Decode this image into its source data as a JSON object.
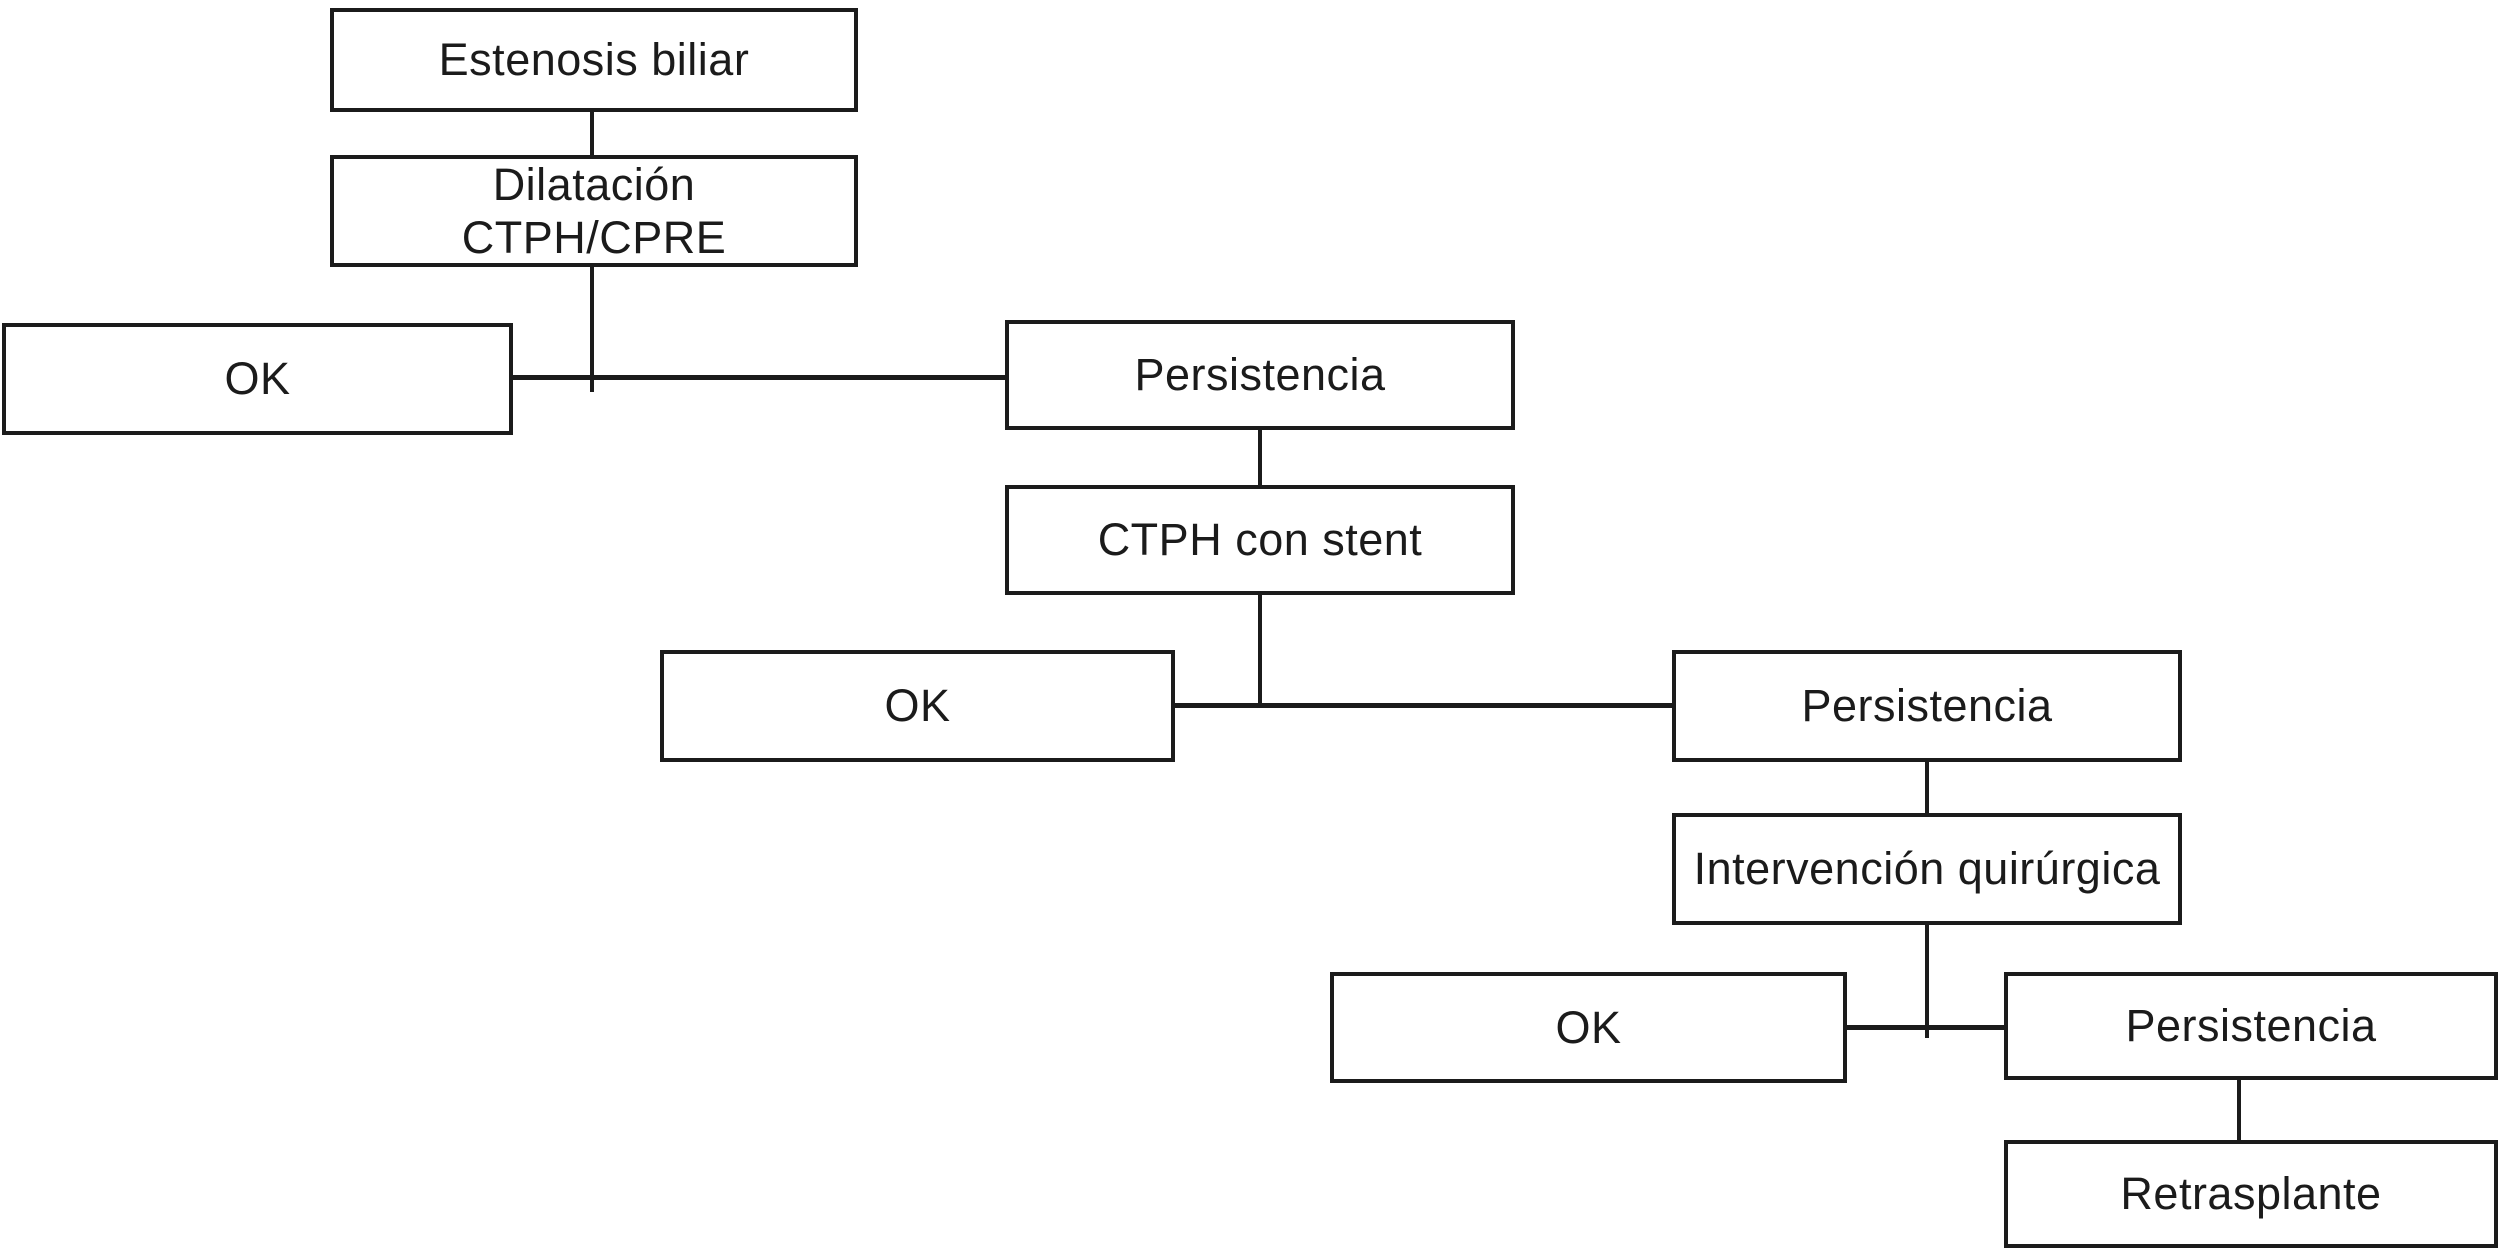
{
  "colors": {
    "line": "#1b1b1b",
    "text": "#1b1b1b",
    "background": "#ffffff"
  },
  "diagram": {
    "language": "es",
    "nodes": [
      {
        "id": "estenosis-biliar",
        "label": "Estenosis biliar"
      },
      {
        "id": "dilatacion-ctph-cpre",
        "label": "Dilatación\nCTPH/CPRE"
      },
      {
        "id": "ok-1",
        "label": "OK"
      },
      {
        "id": "persistencia-1",
        "label": "Persistencia"
      },
      {
        "id": "ctph-con-stent",
        "label": "CTPH con stent"
      },
      {
        "id": "ok-2",
        "label": "OK"
      },
      {
        "id": "persistencia-2",
        "label": "Persistencia"
      },
      {
        "id": "intervencion-quirurgica",
        "label": "Intervención quirúrgica"
      },
      {
        "id": "ok-3",
        "label": "OK"
      },
      {
        "id": "persistencia-3",
        "label": "Persistencia"
      },
      {
        "id": "retrasplante",
        "label": "Retrasplante"
      }
    ],
    "edges": [
      {
        "from": "estenosis-biliar",
        "to": "dilatacion-ctph-cpre"
      },
      {
        "from": "dilatacion-ctph-cpre",
        "to": "ok-1"
      },
      {
        "from": "dilatacion-ctph-cpre",
        "to": "persistencia-1"
      },
      {
        "from": "persistencia-1",
        "to": "ctph-con-stent"
      },
      {
        "from": "ctph-con-stent",
        "to": "ok-2"
      },
      {
        "from": "ctph-con-stent",
        "to": "persistencia-2"
      },
      {
        "from": "persistencia-2",
        "to": "intervencion-quirurgica"
      },
      {
        "from": "intervencion-quirurgica",
        "to": "ok-3"
      },
      {
        "from": "intervencion-quirurgica",
        "to": "persistencia-3"
      },
      {
        "from": "persistencia-3",
        "to": "retrasplante"
      }
    ]
  }
}
